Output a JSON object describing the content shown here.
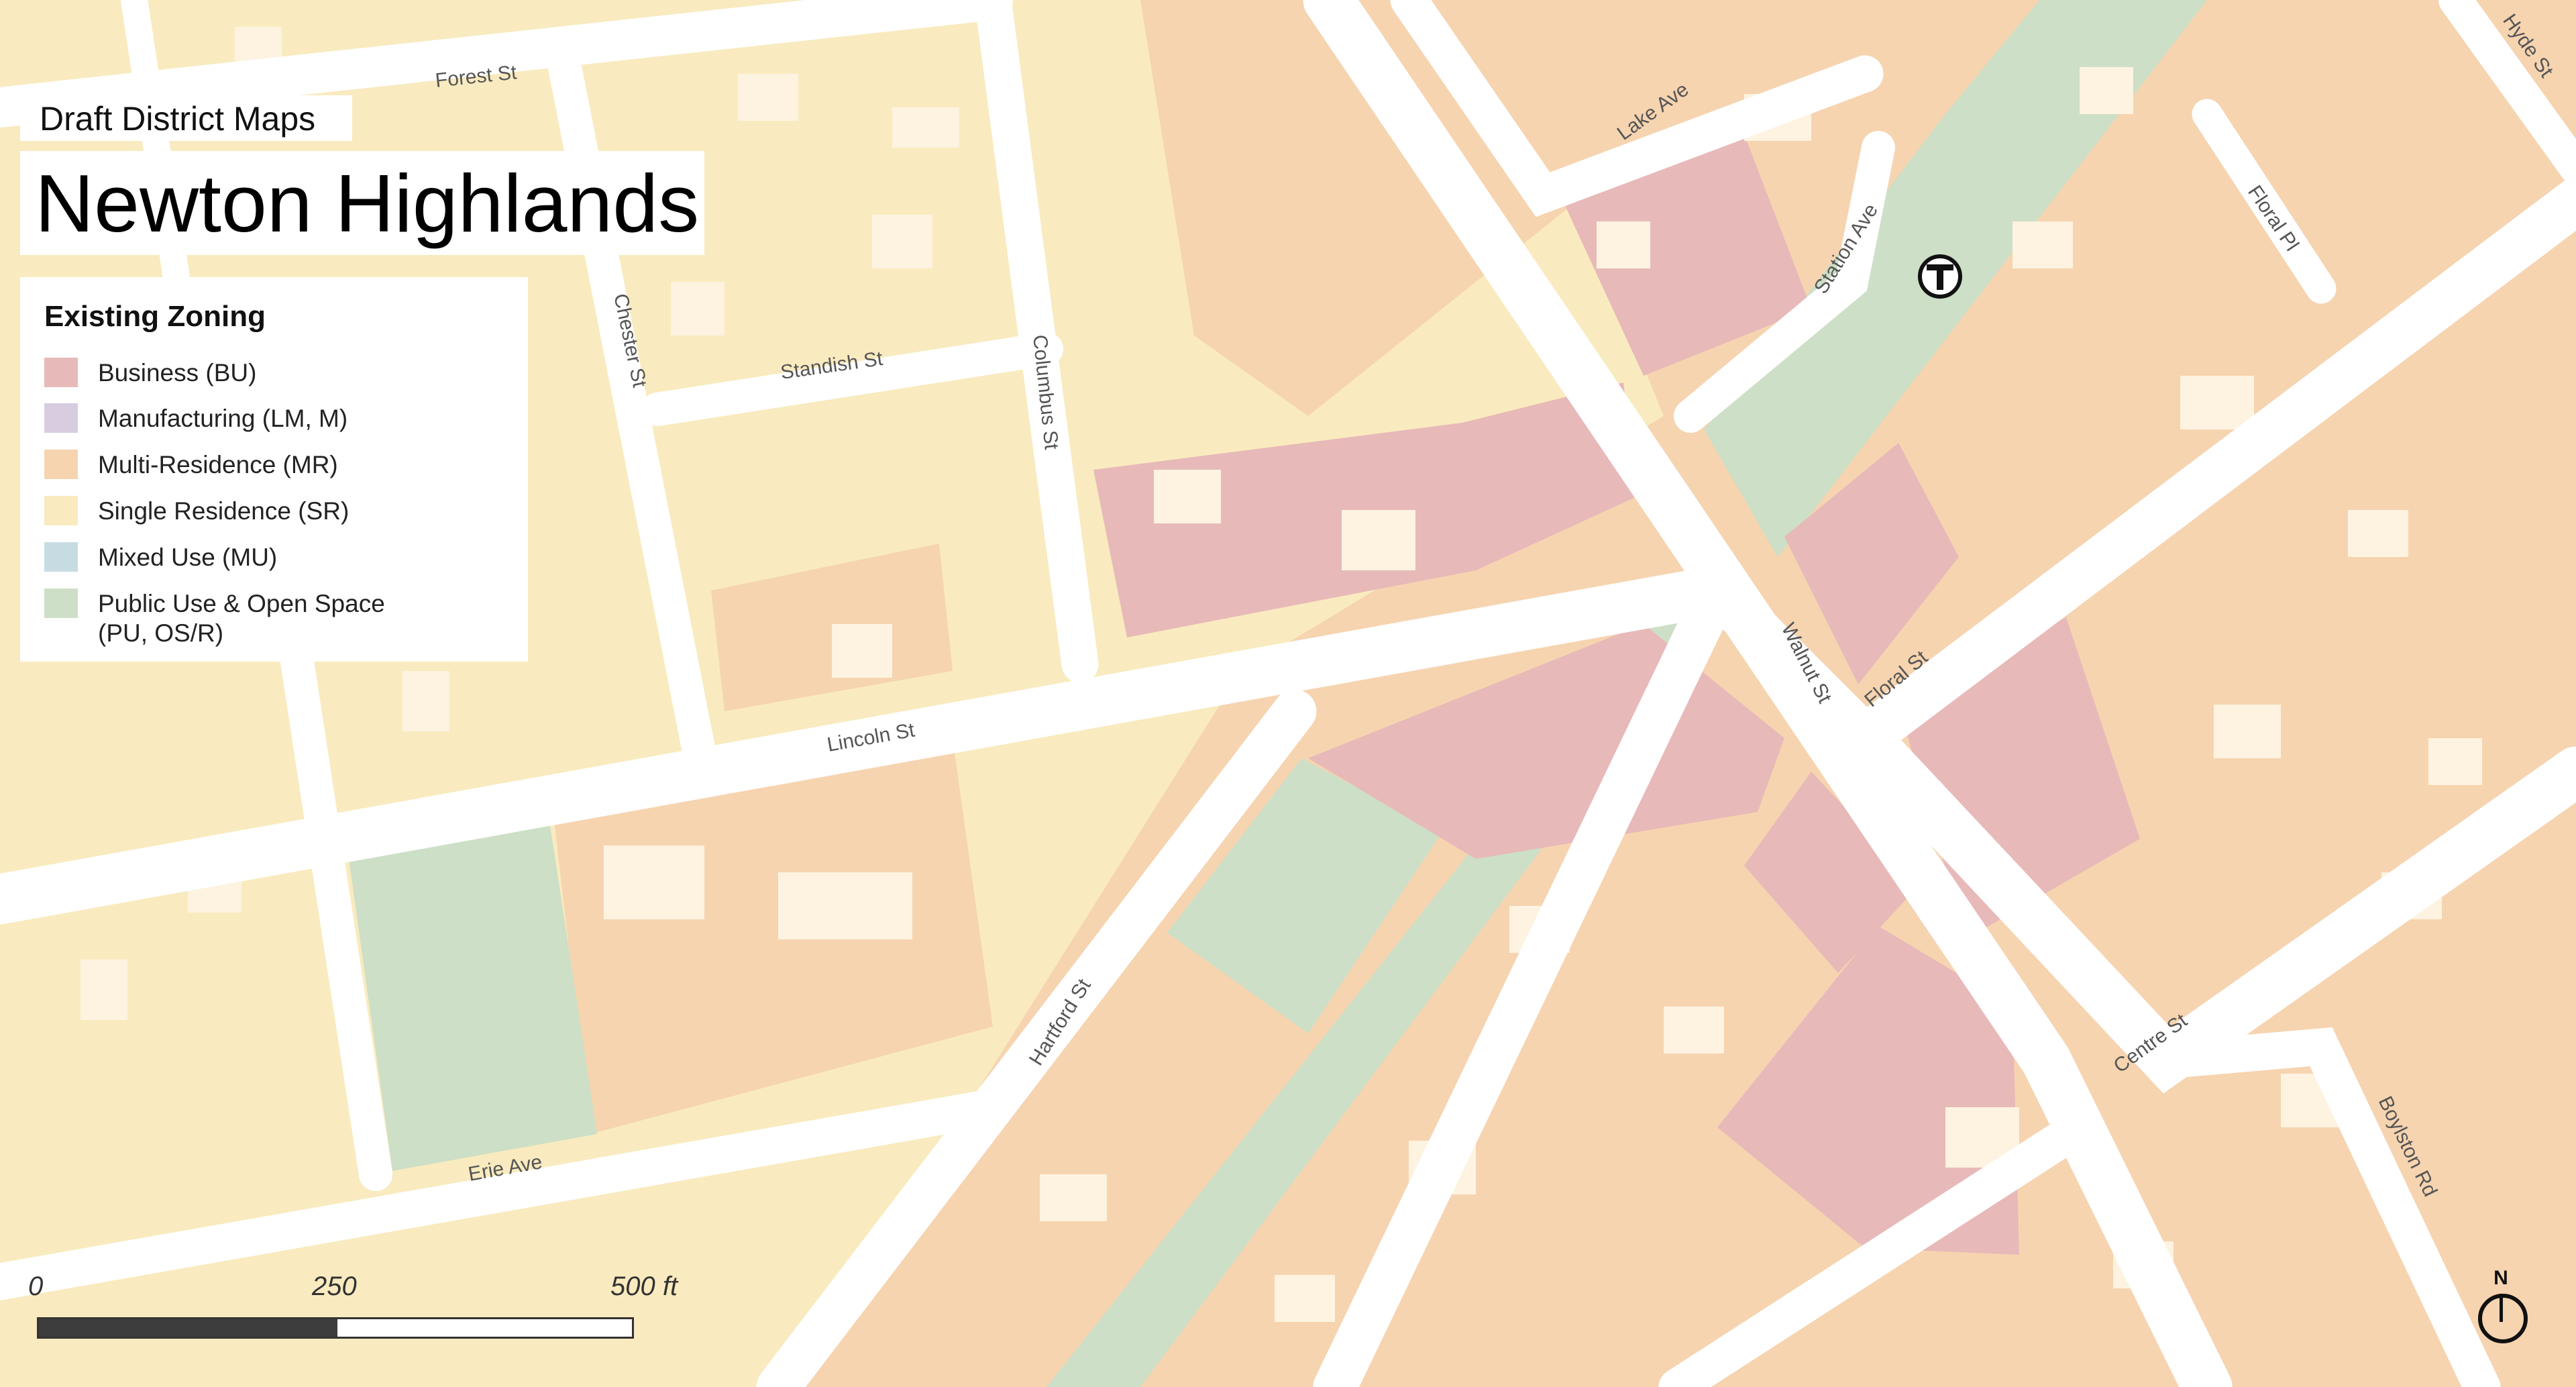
{
  "header": {
    "subtitle": "Draft District Maps",
    "title": "Newton Highlands"
  },
  "legend": {
    "title": "Existing Zoning",
    "items": [
      {
        "label": "Business (BU)",
        "sub": "",
        "color": "#e8b9b9"
      },
      {
        "label": "Manufacturing (LM, M)",
        "sub": "",
        "color": "#d7cce0"
      },
      {
        "label": "Multi-Residence (MR)",
        "sub": "",
        "color": "#f6d4b0"
      },
      {
        "label": "Single Residence (SR)",
        "sub": "",
        "color": "#f9ebbf"
      },
      {
        "label": "Mixed Use (MU)",
        "sub": "",
        "color": "#c7dbe3"
      },
      {
        "label": "Public Use & Open Space",
        "sub": "(PU, OS/R)",
        "color": "#cddfc6"
      }
    ]
  },
  "streets": {
    "forest": "Forest St",
    "lake": "Lake Ave",
    "hyde": "Hyde St",
    "chester": "Chester St",
    "columbus": "Columbus St",
    "standish": "Standish St",
    "station": "Station Ave",
    "floral_pl": "Floral Pl",
    "lincoln": "Lincoln St",
    "walnut": "Walnut St",
    "floral_st": "Floral St",
    "hartford": "Hartford St",
    "erie": "Erie Ave",
    "centre": "Centre St",
    "boylston": "Boylston Rd"
  },
  "scale": {
    "labels": [
      "0",
      "250",
      "500 ft"
    ]
  },
  "north": {
    "label": "N"
  },
  "colors": {
    "road": "#ffffff",
    "single_residence": "#f9ebbf",
    "multi_residence": "#f6d4b0",
    "business": "#e8b9b9",
    "open_space": "#cddfc6",
    "building": "#fdf3e0"
  }
}
